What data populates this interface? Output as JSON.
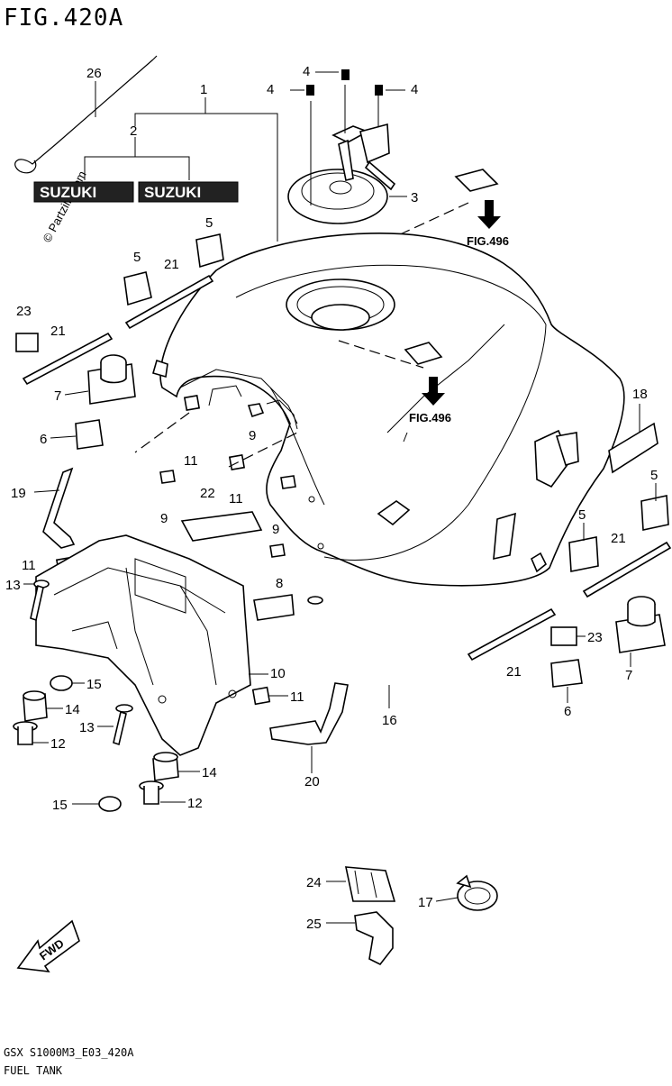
{
  "figure": {
    "title": "FIG.420A",
    "model_code": "GSX S1000M3_E03_420A",
    "name": "FUEL TANK",
    "watermark": "© Partzilla.com"
  },
  "references": {
    "upper": "FIG.496",
    "lower": "FIG.496"
  },
  "fwd_label": "FWD",
  "emblem_text": "SUZUKI",
  "callouts": {
    "c1": "1",
    "c2": "2",
    "c3": "3",
    "c4a": "4",
    "c4b": "4",
    "c4c": "4",
    "c5a": "5",
    "c5b": "5",
    "c5c": "5",
    "c5d": "5",
    "c6a": "6",
    "c6b": "6",
    "c7a": "7",
    "c7b": "7",
    "c8": "8",
    "c9a": "9",
    "c9b": "9",
    "c9c": "9",
    "c10": "10",
    "c11a": "11",
    "c11b": "11",
    "c11c": "11",
    "c11d": "11",
    "c12a": "12",
    "c12b": "12",
    "c13a": "13",
    "c13b": "13",
    "c14a": "14",
    "c14b": "14",
    "c15a": "15",
    "c15b": "15",
    "c16": "16",
    "c17": "17",
    "c18": "18",
    "c19": "19",
    "c20": "20",
    "c21a": "21",
    "c21b": "21",
    "c21c": "21",
    "c21d": "21",
    "c22": "22",
    "c23a": "23",
    "c23b": "23",
    "c24": "24",
    "c25": "25",
    "c26": "26"
  }
}
